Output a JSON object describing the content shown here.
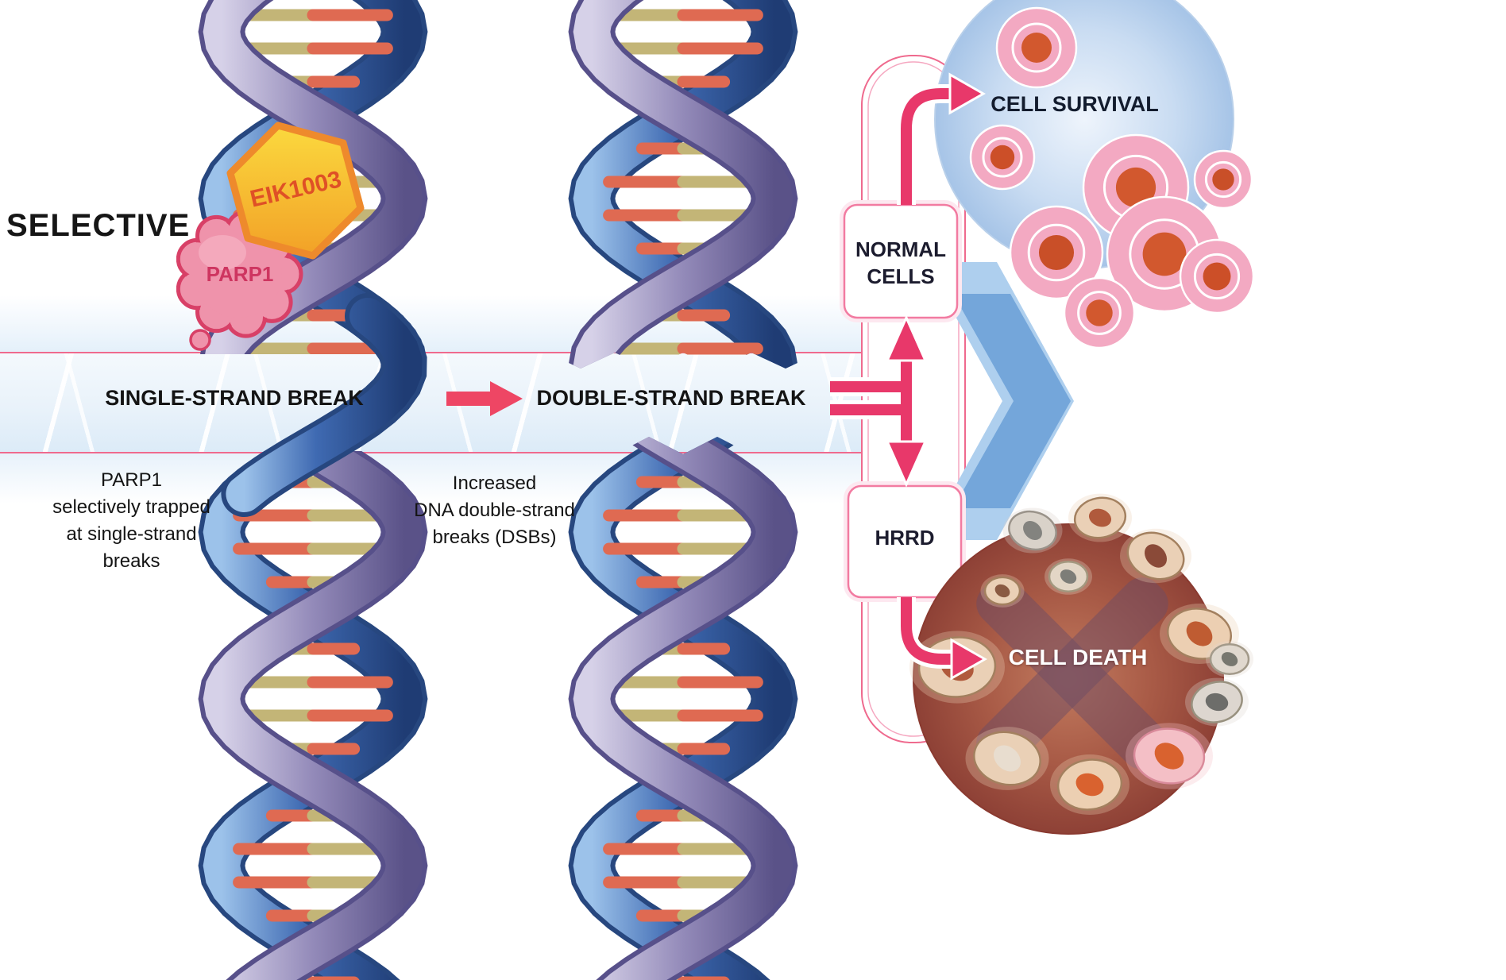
{
  "figure": {
    "selective_label": "SELECTIVE",
    "drug_label": "EIK1003",
    "protein_label": "PARP1",
    "ssb_label": "SINGLE-STRAND BREAK",
    "dsb_label": "DOUBLE-STRAND BREAK",
    "ssb_caption": "PARP1\nselectively trapped\nat single-strand\nbreaks",
    "dsb_caption": "Increased\nDNA double-strand\nbreaks (DSBs)",
    "normal_cells_label": "NORMAL\nCELLS",
    "hrrd_label": "HRRD",
    "cell_survival_label": "CELL SURVIVAL",
    "cell_death_label": "CELL DEATH"
  },
  "colors": {
    "accent_pink": "#e8386a",
    "band_line": "#ef6a8e",
    "strand_blue_dark": "#27477f",
    "strand_purple_dark": "#57508a",
    "rung_tan": "#c3b577",
    "rung_coral": "#df6a52",
    "drug_yellow": "#fbd93e",
    "drug_orange": "#f2a127",
    "drug_border": "#ee8a2c",
    "protein_pink": "#ef93ab",
    "protein_border": "#d84067",
    "chevron_blue": "#6fa3d8",
    "chevron_light": "#aecfee",
    "cell_pink": "#f3a9c2",
    "nucleus_orange": "#d2582e",
    "death_rim": "#8a3a30"
  }
}
